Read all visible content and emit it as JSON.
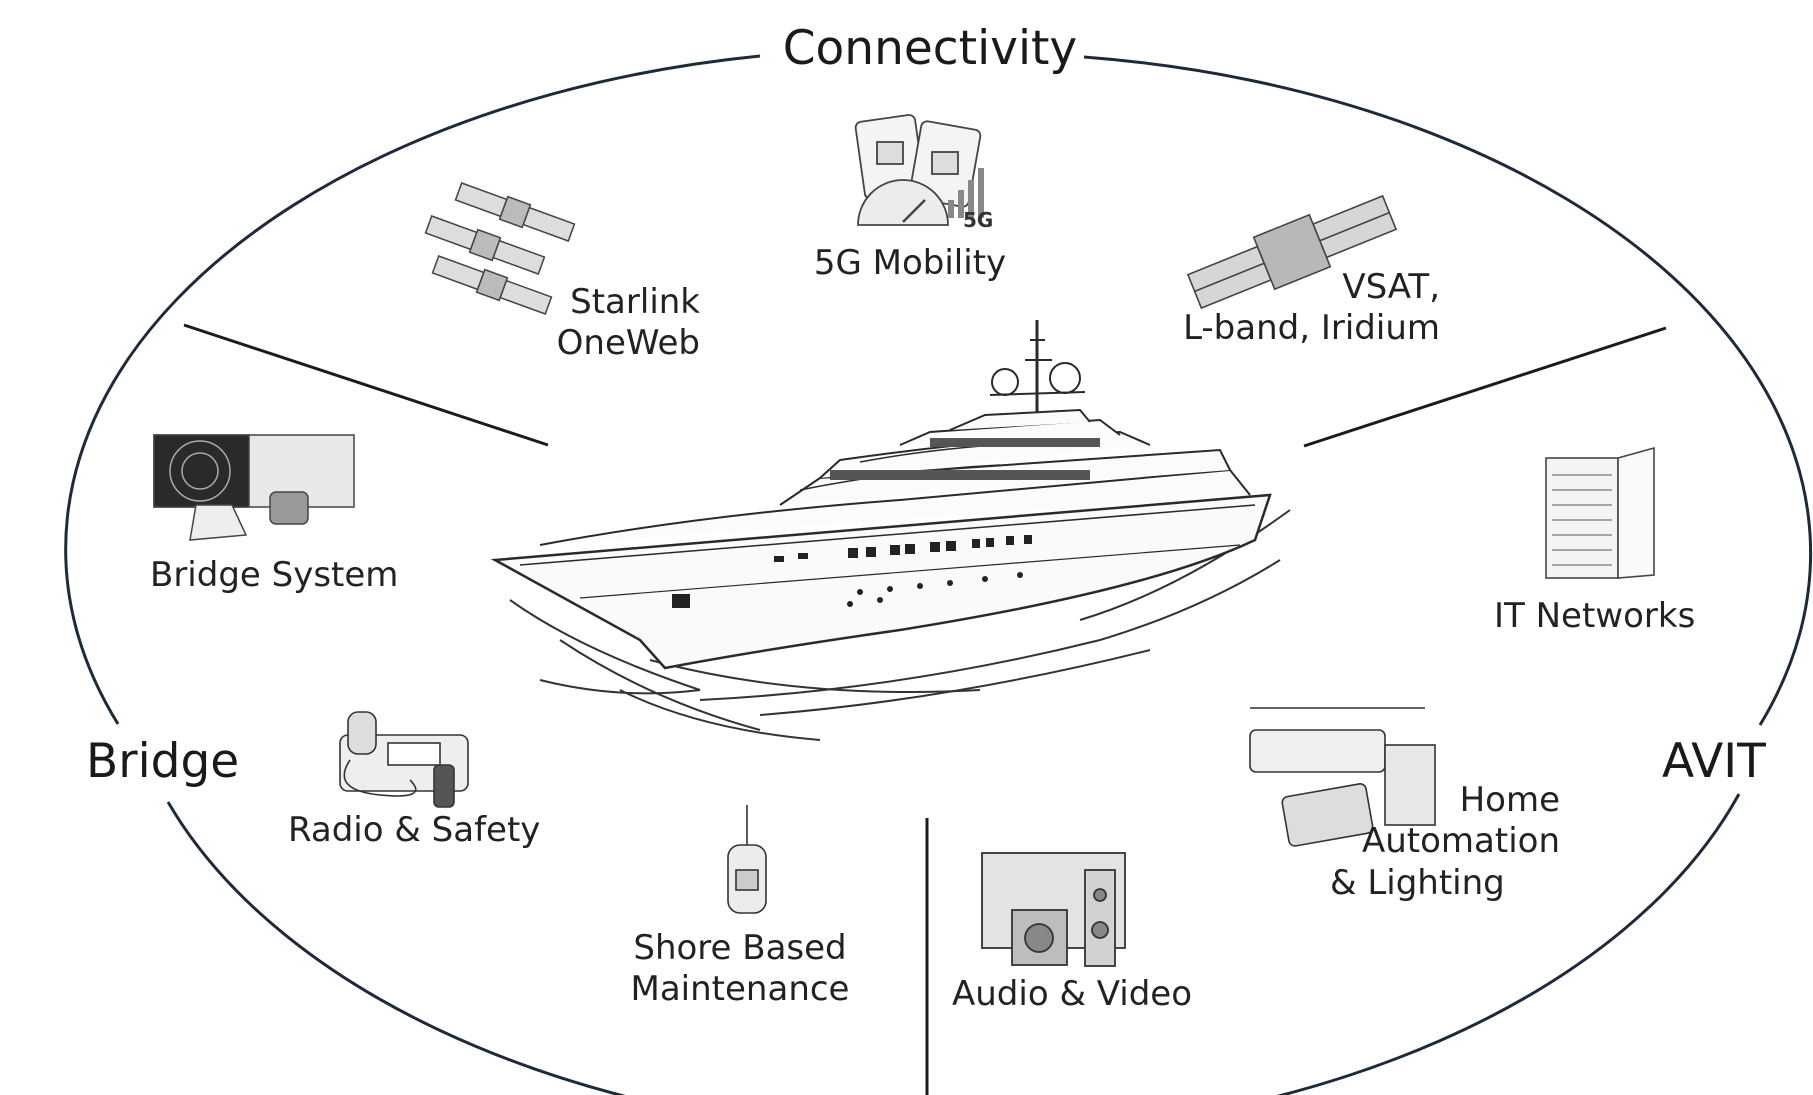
{
  "diagram": {
    "sections": {
      "connectivity": "Connectivity",
      "bridge": "Bridge",
      "avit": "AVIT"
    },
    "items": {
      "starlink": [
        "Starlink",
        "OneWeb"
      ],
      "mobility": "5G Mobility",
      "mobility_badge": "5G",
      "vsat": [
        "VSAT,",
        "L-band, Iridium"
      ],
      "bridge_system": "Bridge System",
      "radio_safety": "Radio & Safety",
      "shore": [
        "Shore Based",
        "Maintenance"
      ],
      "audio_video": "Audio & Video",
      "home_automation": [
        "Home",
        "Automation",
        "& Lighting"
      ],
      "it_networks": "IT Networks"
    },
    "icons": [
      "satellite-constellation-icon",
      "sim-cards-speedometer-icon",
      "satellite-icon",
      "radar-console-icon",
      "vhf-radio-icon",
      "epirb-beacon-icon",
      "tv-speakers-icon",
      "air-conditioner-panel-icon",
      "server-rack-icon",
      "superyacht-illustration"
    ],
    "colors": {
      "outline": "#1e2a3a",
      "ink": "#222222"
    }
  }
}
